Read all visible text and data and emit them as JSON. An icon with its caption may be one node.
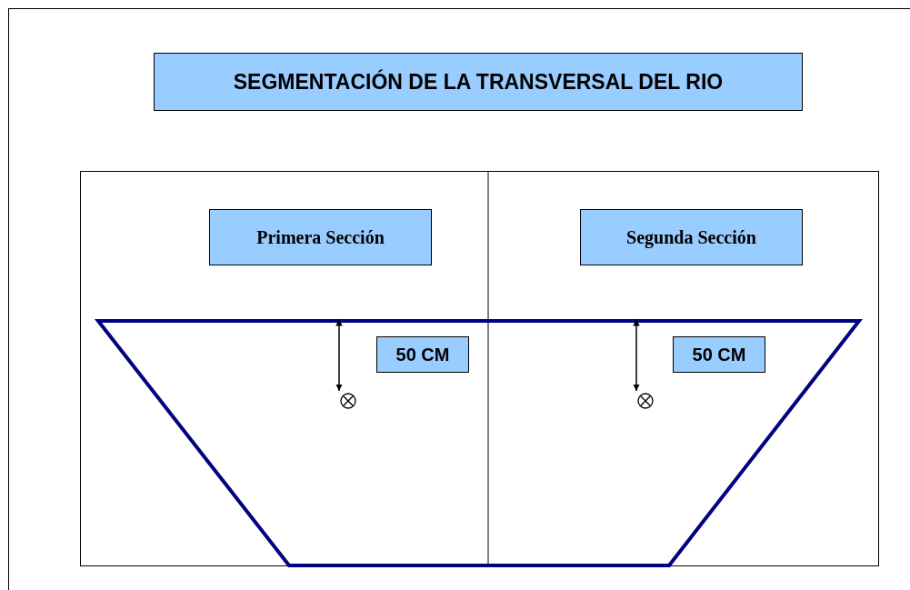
{
  "diagram": {
    "title": "SEGMENTACIÓN DE LA TRANSVERSAL DEL RIO",
    "nodes": [
      {
        "text": [
          "Primera Sección"
        ]
      },
      {
        "text": [
          "Segunda Sección"
        ]
      },
      {
        "text": [
          "50 CM"
        ]
      },
      {
        "text": [
          "50 CM"
        ]
      }
    ]
  }
}
